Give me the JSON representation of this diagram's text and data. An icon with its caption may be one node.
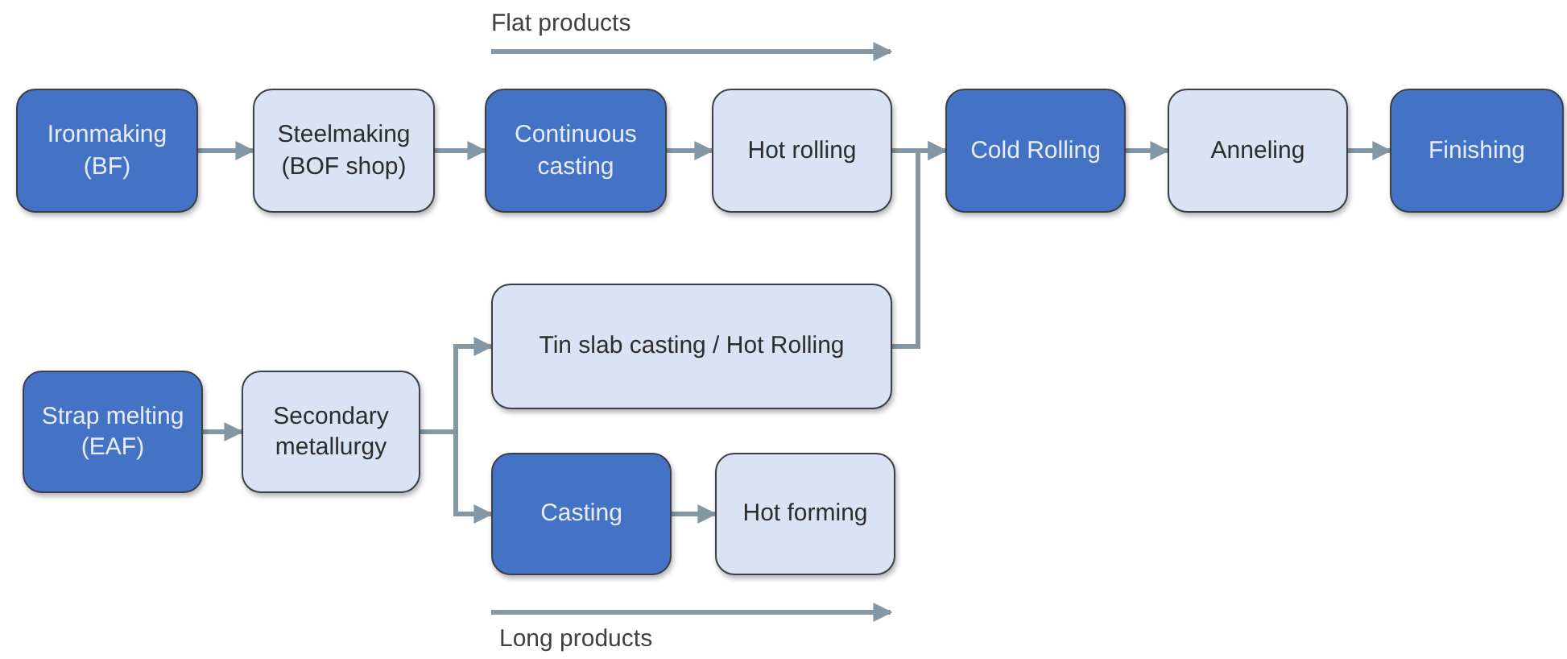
{
  "diagram": {
    "nodes": [
      {
        "text": [
          "Ironmaking (BF)"
        ]
      },
      {
        "text": [
          "Steelmaking (BOF shop)"
        ]
      },
      {
        "text": [
          "Continuous casting"
        ]
      },
      {
        "text": [
          "Hot rolling"
        ]
      },
      {
        "text": [
          "Cold Rolling"
        ]
      },
      {
        "text": [
          "Anneling"
        ]
      },
      {
        "text": [
          "Finishing"
        ]
      },
      {
        "text": [
          "Strap melting (EAF)"
        ]
      },
      {
        "text": [
          "Secondary metallurgy"
        ]
      },
      {
        "text": [
          "Tin slab casting / Hot Rolling"
        ]
      },
      {
        "text": [
          "Casting"
        ]
      },
      {
        "text": [
          "Hot forming"
        ]
      }
    ],
    "edges": [
      {
        "from": 0,
        "to": 1,
        "arrow": "to"
      },
      {
        "from": 1,
        "to": 2,
        "arrow": "to"
      },
      {
        "from": 2,
        "to": 3,
        "arrow": "to"
      },
      {
        "from": 3,
        "to": 4,
        "arrow": "to"
      },
      {
        "from": 9,
        "to": 4,
        "arrow": "to"
      },
      {
        "from": 4,
        "to": 5,
        "arrow": "to"
      },
      {
        "from": 5,
        "to": 6,
        "arrow": "to"
      },
      {
        "from": 7,
        "to": 8,
        "arrow": "to"
      },
      {
        "from": 8,
        "to": 9,
        "arrow": "to"
      },
      {
        "from": 8,
        "to": 10,
        "arrow": "to"
      },
      {
        "from": 10,
        "to": 11,
        "arrow": "to"
      }
    ],
    "labels": [
      "Flat products",
      "Long products"
    ]
  }
}
